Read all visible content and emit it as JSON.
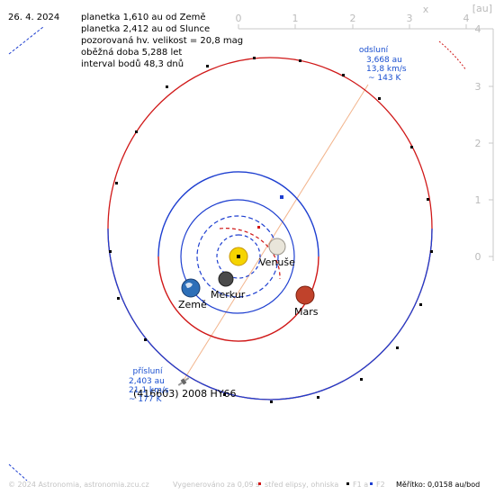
{
  "colors": {
    "orbit_planets": "#1e3fd0",
    "orbit_asteroid": "#d01818",
    "sun": "#f5d400",
    "line": "#f2b48c",
    "axis": "#c8c8c8",
    "label_blue": "#1a4fd0",
    "footer": "#c4c4c4"
  },
  "header": {
    "date": "26. 4. 2024",
    "info_lines": [
      "planetka 1,610 au od Země",
      "planetka 2,412 au od Slunce",
      "pozorovaná hv. velikost = 20,8 mag",
      "oběžná doba 5,288 let",
      "interval bodů 48,3 dnů"
    ]
  },
  "axes": {
    "x_label": "x",
    "unit": "[au]",
    "x_ticks": [
      "0",
      "1",
      "2",
      "3",
      "4"
    ],
    "y_ticks": [
      "4",
      "3",
      "2",
      "1",
      "0"
    ]
  },
  "aphelion": {
    "title": "odsluní",
    "lines": [
      "3,668 au",
      "13,8 km/s",
      "~ 143 K"
    ]
  },
  "perihelion": {
    "title": "přísluní",
    "lines": [
      "2,403 au",
      "21,1 km/s",
      "~ 177 K"
    ]
  },
  "bodies": [
    {
      "name": "sun",
      "label": "",
      "icon": "sun-icon"
    },
    {
      "name": "mercury",
      "label": "Merkur",
      "icon": "mercury-icon"
    },
    {
      "name": "venus",
      "label": "Venuše",
      "icon": "venus-icon"
    },
    {
      "name": "earth",
      "label": "Země",
      "icon": "earth-icon"
    },
    {
      "name": "mars",
      "label": "Mars",
      "icon": "mars-icon"
    }
  ],
  "asteroid": {
    "label": "(416603) 2008 HY66",
    "icon": "asteroid-icon"
  },
  "footer": {
    "copyright": "© 2024 Astronomia, astronomia.zcu.cz",
    "generated": "Vygenerováno za 0,09 s",
    "legend_center": "střed elipsy, ohniska",
    "legend_f1": "F1 a",
    "legend_f2": "F2",
    "scale": "Měřítko: 0,0158 au/bod"
  }
}
